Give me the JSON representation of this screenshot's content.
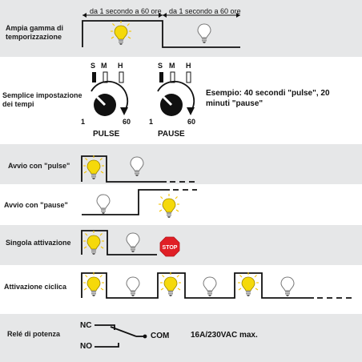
{
  "rows": {
    "range": {
      "label_line1": "Ampia gamma di",
      "label_line2": "temporizzazione",
      "top_left": "da 1 secondo a 60 ore",
      "top_right": "da 1 secondo a 60 ore"
    },
    "setup": {
      "label_line1": "Semplice impostazione",
      "label_line2": "dei tempi",
      "dial_pulse": {
        "s": "S",
        "m": "M",
        "h": "H",
        "min": "1",
        "max": "60",
        "name": "PULSE"
      },
      "dial_pause": {
        "s": "S",
        "m": "M",
        "h": "H",
        "min": "1",
        "max": "60",
        "name": "PAUSE"
      },
      "example_line1": "Esempio: 40 secondi \"pulse\", 20",
      "example_line2": "minuti \"pause\""
    },
    "start_pulse": {
      "label": "Avvio con \"pulse\""
    },
    "start_pause": {
      "label": "Avvio con \"pause\""
    },
    "single": {
      "label": "Singola attivazione",
      "stop_text": "STOP"
    },
    "cyclic": {
      "label": "Attivazione ciclica"
    },
    "relay": {
      "label": "Relé di potenza",
      "nc": "NC",
      "no": "NO",
      "com": "COM",
      "rating": "16A/230VAC max."
    }
  },
  "colors": {
    "band": "#e6e7e8",
    "bulb_on": "#f5d90a",
    "stop_red": "#e01f26",
    "line": "#111111"
  }
}
